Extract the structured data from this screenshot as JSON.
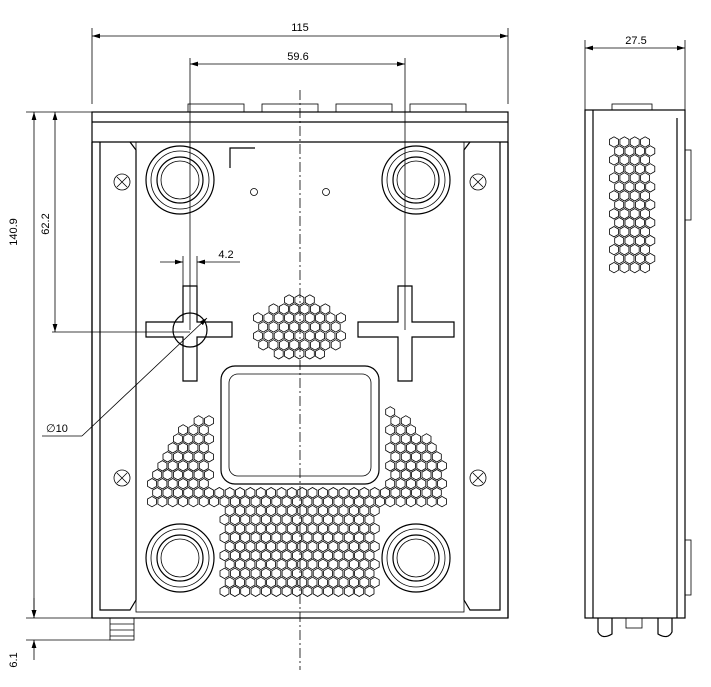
{
  "drawing": {
    "type": "technical-drawing",
    "views": [
      "front",
      "side"
    ],
    "dimensions": {
      "overall_width": "115",
      "hole_spacing": "59.6",
      "side_depth": "27.5",
      "overall_height": "140.9",
      "hole_height": "62.2",
      "slot_width": "4.2",
      "hole_diameter": "∅10",
      "foot_offset": "6.1"
    },
    "line_color": "#000000",
    "background": "#ffffff"
  }
}
